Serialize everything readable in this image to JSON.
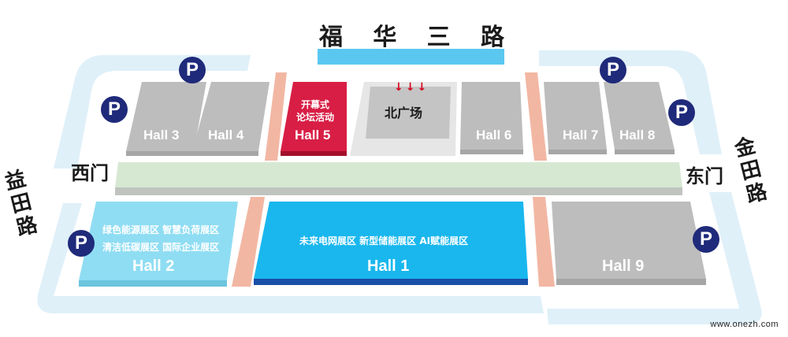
{
  "roads": {
    "north": [
      "福",
      "华",
      "三",
      "路"
    ],
    "west": [
      "益",
      "田",
      "路"
    ],
    "east": [
      "金",
      "田",
      "路"
    ]
  },
  "gates": {
    "west": "西门",
    "east": "东门"
  },
  "halls": {
    "hall3": "Hall 3",
    "hall4": "Hall 4",
    "hall5": "Hall 5",
    "hall6": "Hall 6",
    "hall7": "Hall 7",
    "hall8": "Hall 8",
    "hall2": "Hall 2",
    "hall1": "Hall 1",
    "hall9": "Hall 9"
  },
  "zones": {
    "hall5_line1": "开幕式",
    "hall5_line2": "论坛活动",
    "north_plaza": "北广场",
    "hall2_line1": "绿色能源展区 智慧负荷展区",
    "hall2_line2": "清洁低碳展区 国际企业展区",
    "hall1_line": "未来电网展区 新型储能展区 AI赋能展区"
  },
  "parking": {
    "symbol": "P",
    "count": 6
  },
  "plaza_arrows": [
    "↓",
    "↓",
    "↓"
  ],
  "watermark": "www.onezh.com",
  "colors": {
    "outer_path": "#dff0f9",
    "hall_gray": "#bdbdbd",
    "hall5_red": "#d81e45",
    "hall1_blue": "#19b7ee",
    "hall2_light": "#8fddf3",
    "corridor_green": "#d6e8d2",
    "walkway_salmon": "#f2b7a3",
    "road_blue": "#5ac7f0",
    "parking_navy": "#1f2a7a"
  }
}
